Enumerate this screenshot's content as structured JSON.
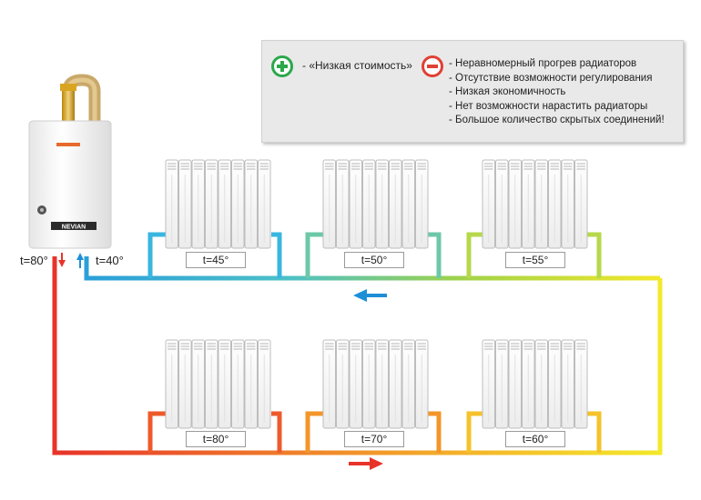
{
  "info": {
    "pro_text": "- «Низкая стоимость»",
    "cons": [
      "- Неравномерный прогрев радиаторов",
      "- Отсутствие возможности регулирования",
      "- Низкая экономичность",
      "- Нет возможности нарастить радиаторы",
      "- Большое количество скрытых соединений!"
    ]
  },
  "boiler": {
    "brand": "NEVIAN",
    "supply_temp": "t=80°",
    "return_temp": "t=40°"
  },
  "radiators": {
    "top": [
      "t=45°",
      "t=50°",
      "t=55°"
    ],
    "bottom": [
      "t=80°",
      "t=70°",
      "t=60°"
    ]
  },
  "colors": {
    "hot": "#e8332a",
    "mid": "#f5a623",
    "warm": "#f3e82a",
    "cool": "#38b6e0",
    "arrow_return": "#1e8fd6",
    "arrow_supply": "#e8332a"
  }
}
